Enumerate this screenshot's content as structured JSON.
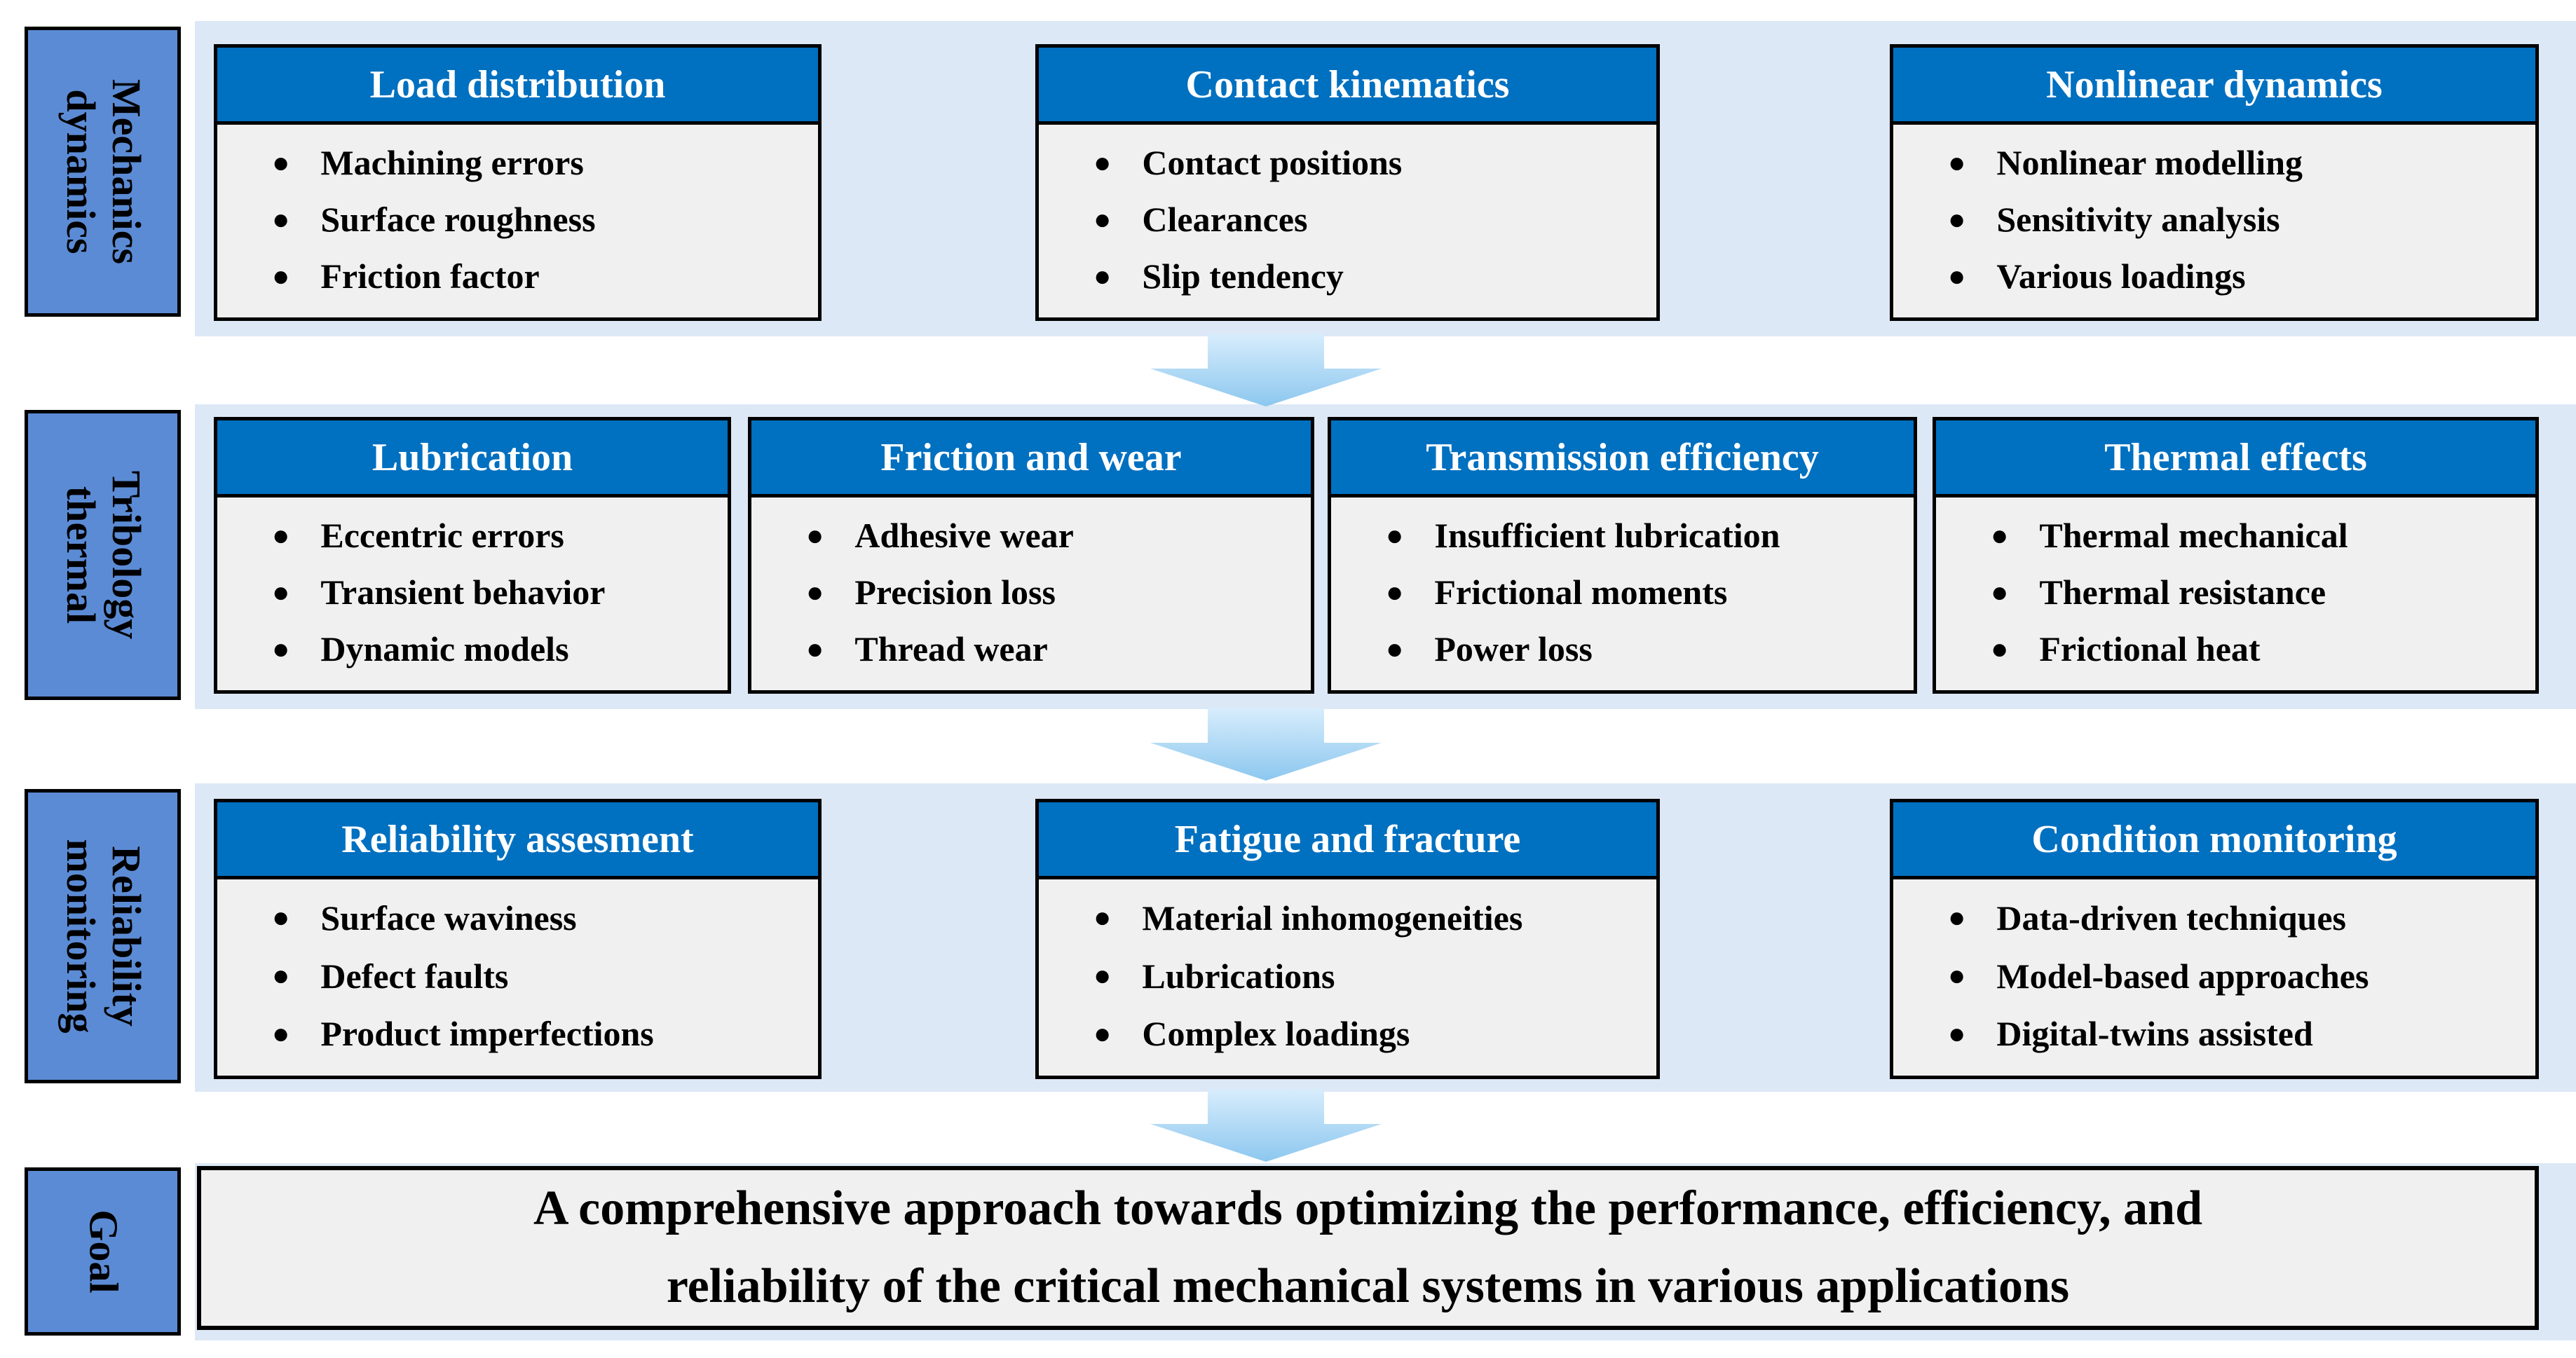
{
  "colors": {
    "header-blue": "#0070c0",
    "label-blue": "#5b8bd4",
    "band-blue": "#dce8f5",
    "box-gray": "#f0f0f0",
    "border-black": "#000000",
    "arrow-light": "#d8edfc",
    "arrow-deep": "#8cc7ef"
  },
  "rows": [
    {
      "label": [
        "Mechanics",
        "dynamics"
      ],
      "boxes": [
        {
          "title": "Load distribution",
          "items": [
            "Machining errors",
            "Surface roughness",
            "Friction factor"
          ]
        },
        {
          "title": "Contact kinematics",
          "items": [
            "Contact positions",
            "Clearances",
            "Slip tendency"
          ]
        },
        {
          "title": "Nonlinear dynamics",
          "items": [
            "Nonlinear modelling",
            "Sensitivity analysis",
            "Various loadings"
          ]
        }
      ]
    },
    {
      "label": [
        "Tribology",
        "thermal"
      ],
      "boxes": [
        {
          "title": "Lubrication",
          "items": [
            "Eccentric errors",
            "Transient behavior",
            "Dynamic models"
          ]
        },
        {
          "title": "Friction and wear",
          "items": [
            "Adhesive wear",
            "Precision loss",
            "Thread wear"
          ]
        },
        {
          "title": "Transmission efficiency",
          "items": [
            "Insufficient lubrication",
            "Frictional moments",
            "Power loss"
          ]
        },
        {
          "title": "Thermal effects",
          "items": [
            "Thermal mechanical",
            "Thermal resistance",
            "Frictional heat"
          ]
        }
      ]
    },
    {
      "label": [
        "Reliability",
        "monitoring"
      ],
      "boxes": [
        {
          "title": "Reliability assesment",
          "items": [
            "Surface waviness",
            "Defect faults",
            "Product imperfections"
          ]
        },
        {
          "title": "Fatigue and fracture",
          "items": [
            "Material inhomogeneities",
            "Lubrications",
            "Complex loadings"
          ]
        },
        {
          "title": "Condition monitoring",
          "items": [
            "Data-driven techniques",
            "Model-based approaches",
            "Digital-twins assisted"
          ]
        }
      ]
    }
  ],
  "goal": {
    "label": [
      "Goal"
    ],
    "lines": [
      "A comprehensive approach towards optimizing the performance, efficiency, and",
      "reliability of the critical mechanical systems in various applications"
    ]
  }
}
